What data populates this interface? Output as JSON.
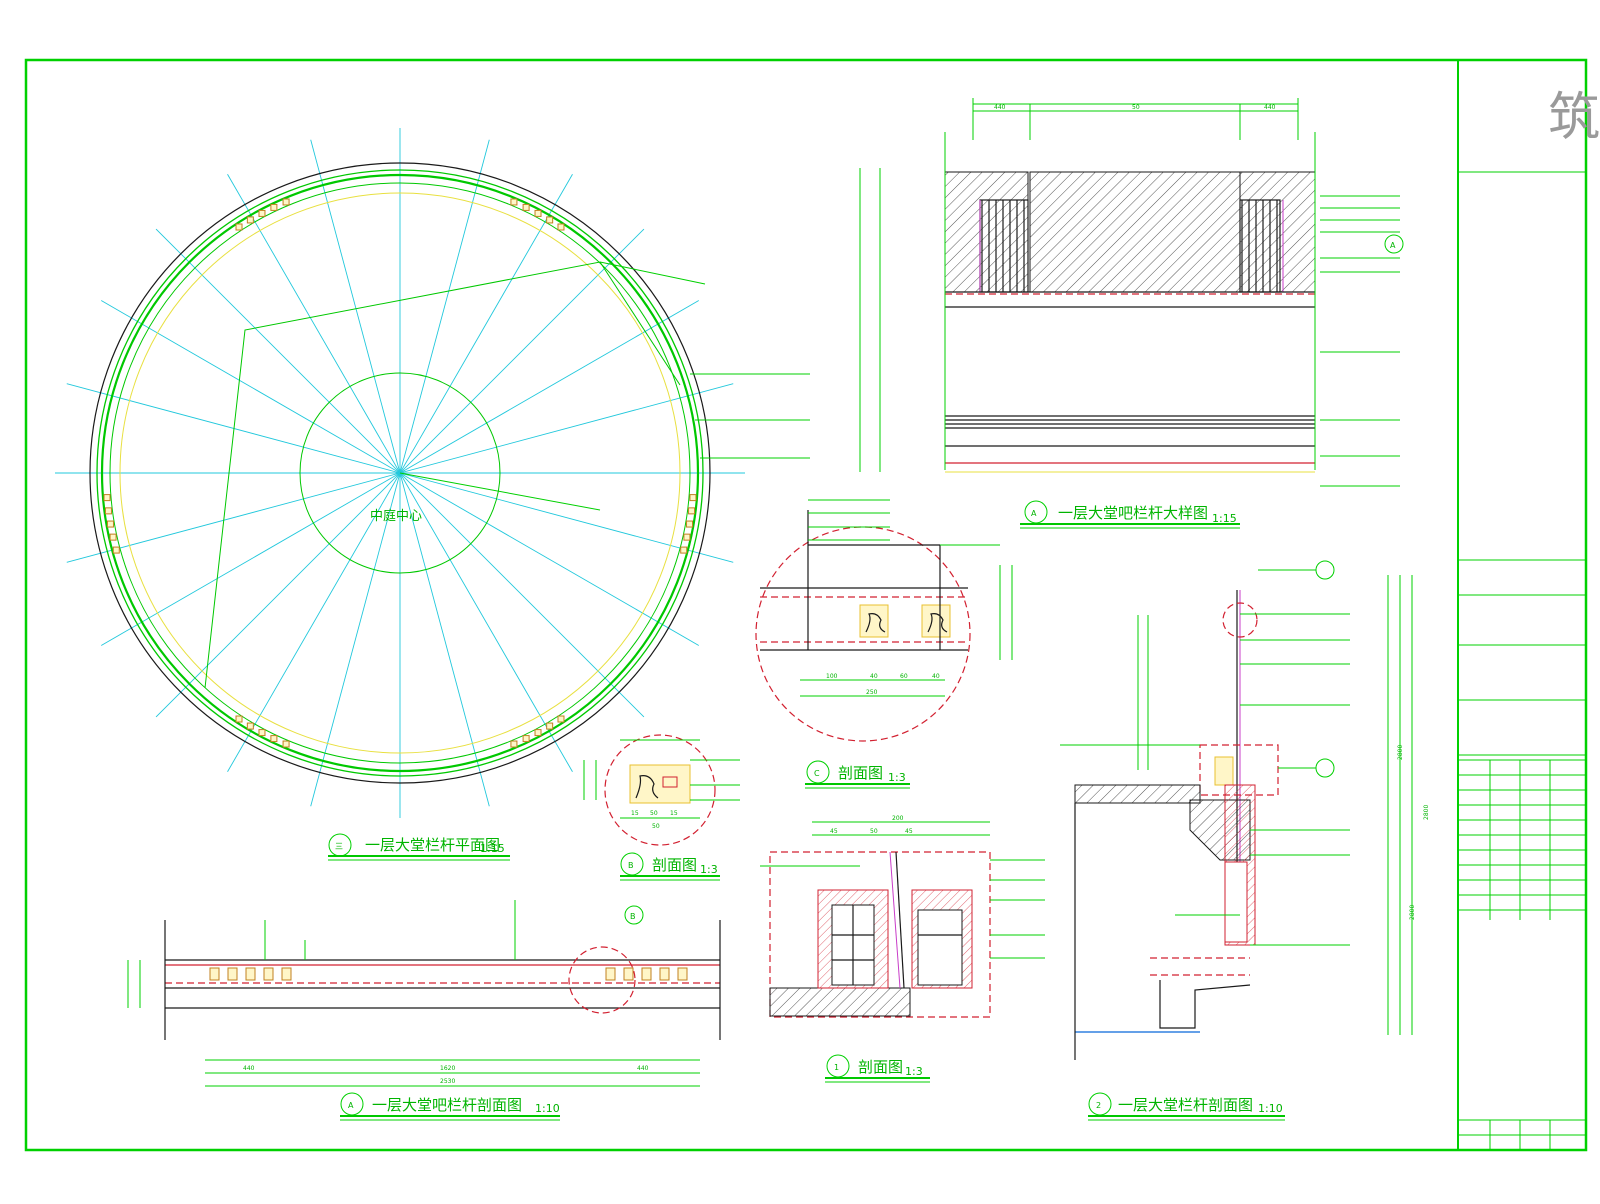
{
  "drawing": {
    "titles": {
      "plan": "一层大堂栏杆平面图",
      "plan_scale": "1:15",
      "plan_tag": "三",
      "elevation": "一层大堂吧栏杆大样图",
      "elevation_scale": "1:15",
      "elevation_tag": "A",
      "section_a": "一层大堂吧栏杆剖面图",
      "section_a_scale": "1:10",
      "section_a_tag": "A",
      "section_2": "一层大堂栏杆剖面图",
      "section_2_scale": "1:10",
      "section_2_tag": "2",
      "detail_c": "剖面图",
      "detail_c_scale": "1:3",
      "detail_c_tag": "C",
      "detail_b": "剖面图",
      "detail_b_scale": "1:3",
      "detail_b_tag": "B",
      "detail_1": "剖面图",
      "detail_1_scale": "1:3",
      "detail_1_tag": "1"
    },
    "plan_center_label": "中庭中心",
    "dimensions": {
      "elev_top": [
        "440",
        "50",
        "440"
      ],
      "sec_a_bottom": [
        "1620",
        "440",
        "440",
        "2530"
      ],
      "detail_c_bottom": [
        "100",
        "40",
        "60",
        "40",
        "250"
      ],
      "detail_b_bottom": [
        "15",
        "50",
        "15",
        "50"
      ],
      "detail_1_top": [
        "45",
        "50",
        "45",
        "200"
      ],
      "sec2_right": [
        "2800",
        "2800",
        "2800"
      ]
    },
    "colors": {
      "line_green": "#00c800",
      "axis_cyan": "#22c8dc",
      "accent_yellow": "#e8e040",
      "section_red": "#d22030",
      "glass_magenta": "#c83cc8",
      "outline_black": "#1a1a1a"
    },
    "logo_text": "筑"
  }
}
